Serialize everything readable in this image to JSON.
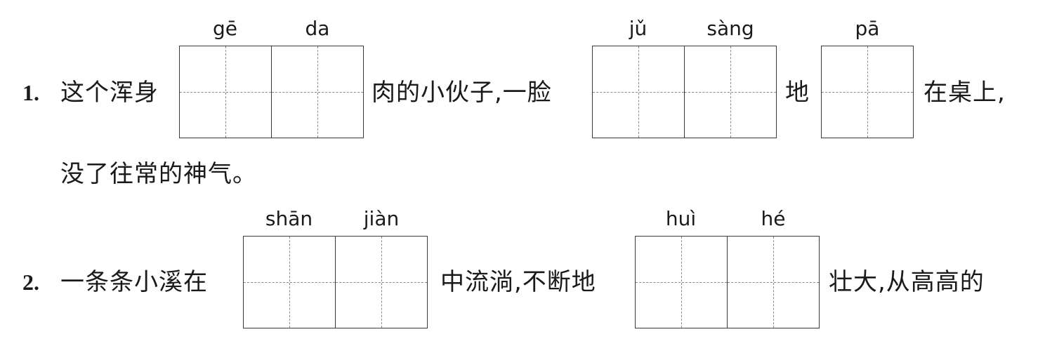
{
  "q1": {
    "number": "1.",
    "seg1": "这个浑身",
    "seg2": "肉的小伙子,一脸",
    "seg3": "地",
    "seg4": "在桌上,",
    "line2": "没了往常的神气。",
    "pinyin": [
      "gē",
      "da",
      "jǔ",
      "sàng",
      "pā"
    ]
  },
  "q2": {
    "number": "2.",
    "seg1": "一条条小溪在",
    "seg2": "中流淌,不断地",
    "seg3": "壮大,从高高的",
    "pinyin": [
      "shān",
      "jiàn",
      "huì",
      "hé"
    ]
  }
}
